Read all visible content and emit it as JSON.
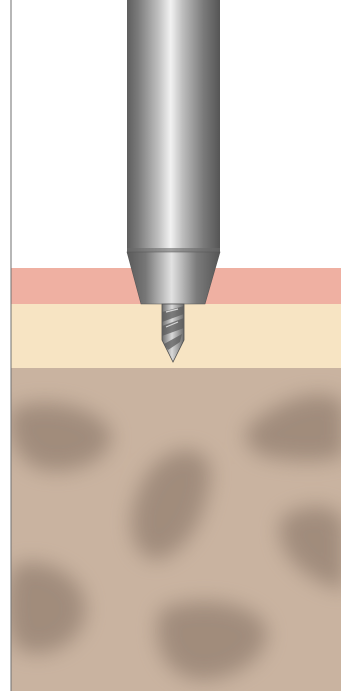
{
  "diagram": {
    "layers": [
      {
        "name": "gum-tissue",
        "color": "#efb0a2"
      },
      {
        "name": "cortical-bone",
        "color": "#f7e4c3"
      },
      {
        "name": "cancellous-bone",
        "color": "#c9b3a0"
      },
      {
        "name": "bone-marrow-spaces",
        "color": "#9f8a7a"
      }
    ],
    "tool": {
      "name": "surgical-drill",
      "shaft_color": "#8e8e8e",
      "highlight_color": "#ededed",
      "bit_color": "#9a9a9a"
    },
    "border_color": "#6f6f6f",
    "background": "#ffffff"
  }
}
